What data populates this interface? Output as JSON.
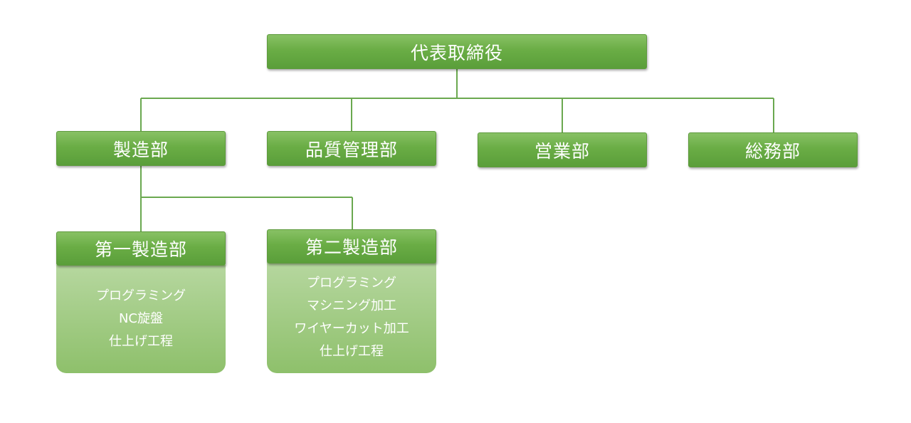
{
  "chart": {
    "root": "代表取締役",
    "departments": [
      "製造部",
      "品質管理部",
      "営業部",
      "総務部"
    ],
    "sub_departments": [
      {
        "name": "第一製造部",
        "tasks": [
          "プログラミング",
          "NC旋盤",
          "仕上げ工程"
        ]
      },
      {
        "name": "第二製造部",
        "tasks": [
          "プログラミング",
          "マシニング加工",
          "ワイヤーカット加工",
          "仕上げ工程"
        ]
      }
    ]
  },
  "colors": {
    "box": "#6aad45",
    "connector": "#6aa84f",
    "panel": "#a9cf8f"
  }
}
